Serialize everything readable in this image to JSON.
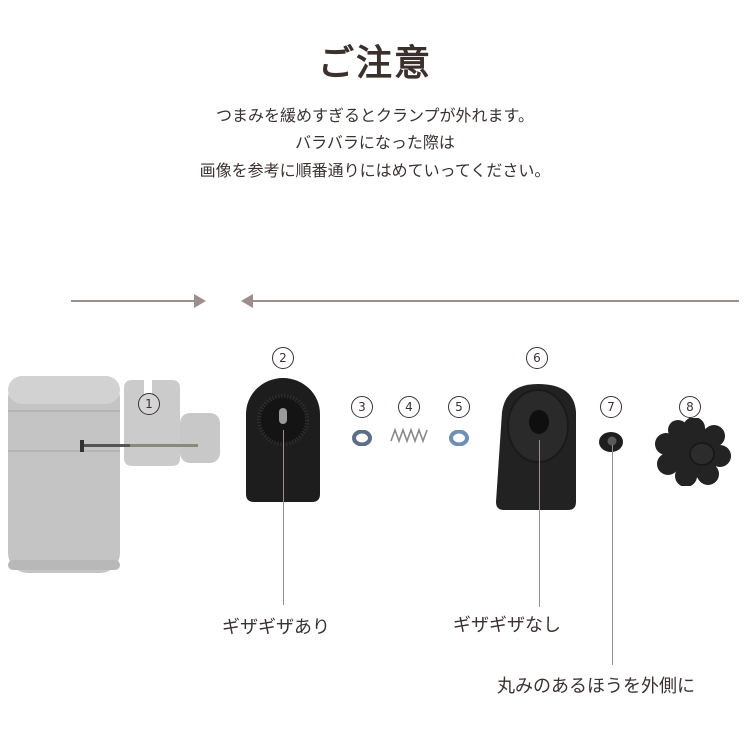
{
  "header": {
    "title": "ご注意",
    "notice_lines": [
      "つまみを緩めすぎるとクランプが外れます。",
      "バラバラになった際は",
      "画像を参考に順番通りにはめていってください。"
    ]
  },
  "parts": [
    {
      "number": "1",
      "name": "cup-holder-clamp-assembly"
    },
    {
      "number": "2",
      "name": "serrated-clamp-plate"
    },
    {
      "number": "3",
      "name": "washer"
    },
    {
      "number": "4",
      "name": "spring"
    },
    {
      "number": "5",
      "name": "washer"
    },
    {
      "number": "6",
      "name": "smooth-clamp-plate"
    },
    {
      "number": "7",
      "name": "nut-spacer"
    },
    {
      "number": "8",
      "name": "knob"
    }
  ],
  "labels": {
    "part2": "ギザギザあり",
    "part6": "ギザギザなし",
    "part7": "丸みのあるほうを外側に"
  },
  "colors": {
    "text": "#3a3130",
    "title": "#3b302c",
    "arrow": "#9b8e8c",
    "part_black": "#1c1c1c",
    "part_gray": "#bdbdbd"
  }
}
